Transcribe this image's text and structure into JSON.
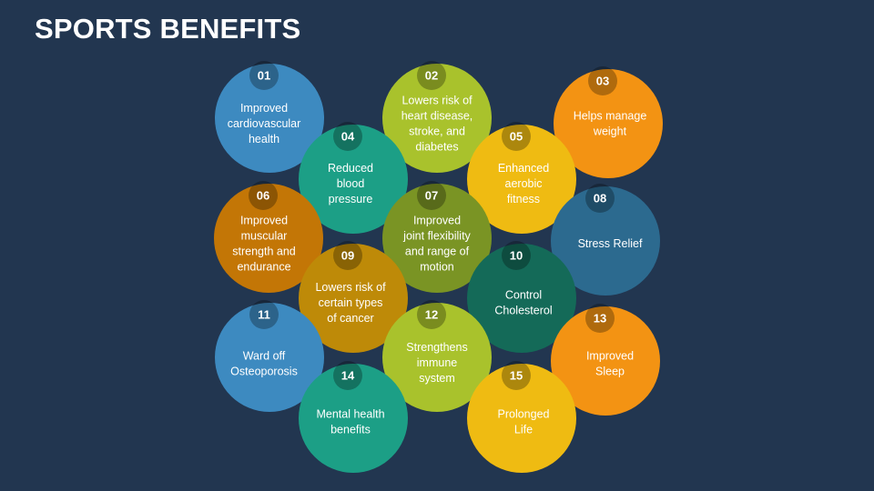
{
  "title": "SPORTS BENEFITS",
  "colors": {
    "background": "#223650",
    "blue": "#3d8ac0",
    "lime": "#a9c22c",
    "orange": "#f39313",
    "teal": "#1c9f86",
    "gold": "#efbb12",
    "amber": "#c37606",
    "olive": "#7a9424",
    "steel": "#2c6a8f",
    "brown": "#be8a08",
    "darkgreen": "#146a58"
  },
  "items": [
    {
      "number": "01",
      "lines": [
        "Improved",
        "cardiovascular",
        "health"
      ]
    },
    {
      "number": "02",
      "lines": [
        "Lowers risk of",
        "heart disease,",
        "stroke, and",
        "diabetes"
      ]
    },
    {
      "number": "03",
      "lines": [
        "Helps manage",
        "weight"
      ]
    },
    {
      "number": "04",
      "lines": [
        "Reduced",
        "blood",
        "pressure"
      ]
    },
    {
      "number": "05",
      "lines": [
        "Enhanced",
        "aerobic",
        "fitness"
      ]
    },
    {
      "number": "06",
      "lines": [
        "Improved",
        "muscular",
        "strength and",
        "endurance"
      ]
    },
    {
      "number": "07",
      "lines": [
        "Improved",
        "joint flexibility",
        "and range of",
        "motion"
      ]
    },
    {
      "number": "08",
      "lines": [
        "Stress Relief"
      ]
    },
    {
      "number": "09",
      "lines": [
        "Lowers risk of",
        "certain types",
        "of cancer"
      ]
    },
    {
      "number": "10",
      "lines": [
        "Control",
        "Cholesterol"
      ]
    },
    {
      "number": "11",
      "lines": [
        "Ward off",
        "Osteoporosis"
      ]
    },
    {
      "number": "12",
      "lines": [
        "Strengthens",
        "immune",
        "system"
      ]
    },
    {
      "number": "13",
      "lines": [
        "Improved",
        "Sleep"
      ]
    },
    {
      "number": "14",
      "lines": [
        "Mental health",
        "benefits"
      ]
    },
    {
      "number": "15",
      "lines": [
        "Prolonged",
        "Life"
      ]
    }
  ]
}
